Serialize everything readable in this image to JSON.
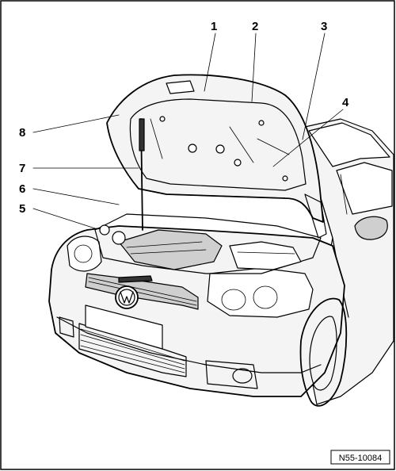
{
  "figure": {
    "reference_code": "N55-10084"
  },
  "callouts": [
    {
      "number": "1"
    },
    {
      "number": "2"
    },
    {
      "number": "3"
    },
    {
      "number": "4"
    },
    {
      "number": "5"
    },
    {
      "number": "6"
    },
    {
      "number": "7"
    },
    {
      "number": "8"
    }
  ]
}
